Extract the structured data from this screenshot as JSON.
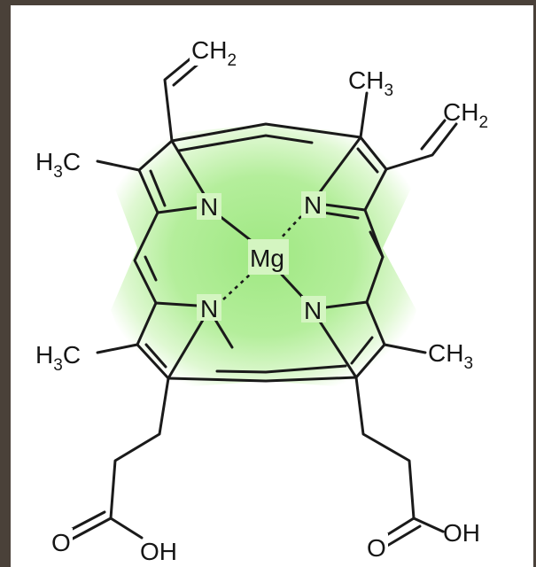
{
  "labels": {
    "mg": "Mg",
    "n_tl": "N",
    "n_tr": "N",
    "n_bl": "N",
    "n_br": "N",
    "vinyl_left": "CH2",
    "vinyl_right": "CH2",
    "methyl_top_right": "CH3",
    "methyl_left_top": "H3C",
    "methyl_left_bottom": "H3C",
    "methyl_right_bottom": "CH3",
    "acid_left_O": "O",
    "acid_left_OH": "OH",
    "acid_right_O": "O",
    "acid_right_OH": "OH"
  },
  "colors": {
    "frame": "#4a4139",
    "background": "#ffffff",
    "glow_center": "#9fe882",
    "glow_edge": "#ffffff",
    "bond": "#1a1a1a"
  }
}
